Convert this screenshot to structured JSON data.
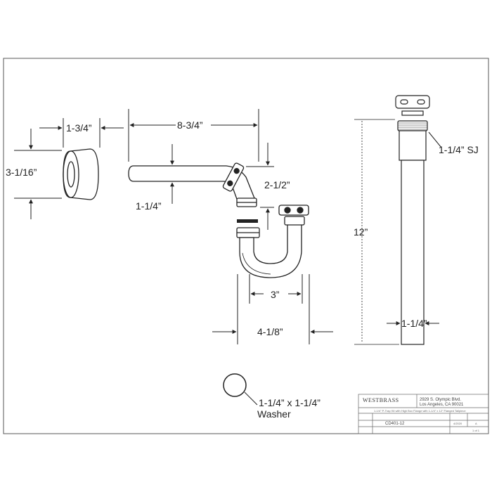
{
  "dimensions": {
    "escutcheon_width": "1-3/4”",
    "escutcheon_height": "3-1/16”",
    "wall_tube_length": "8-3/4”",
    "wall_tube_drop": "2-1/2”",
    "wall_tube_diameter": "1-1/4”",
    "trap_inner_width": "3”",
    "trap_outer_width": "4-1/8”",
    "tailpiece_length": "12”",
    "tailpiece_slip_joint": "1-1/4” SJ",
    "tailpiece_diameter": "1-1/4”",
    "washer_size": "1-1/4” x 1-1/4”",
    "washer_label": "Washer"
  },
  "title_block": {
    "brand": "WESTBRASS",
    "address_line1": "2929 S. Olympic Blvd.",
    "address_line2": "Los Angeles, CA 90021",
    "description": "1-1/4\" P-Trap Kit with High Box Flange with 1-1/4\" x 12\" Flanged Tailpiece",
    "part_number": "CD401-12",
    "date": "4/2020",
    "rev": "A",
    "sheet": "1 of 1"
  },
  "colors": {
    "line": "#222222",
    "frame": "#555555"
  }
}
